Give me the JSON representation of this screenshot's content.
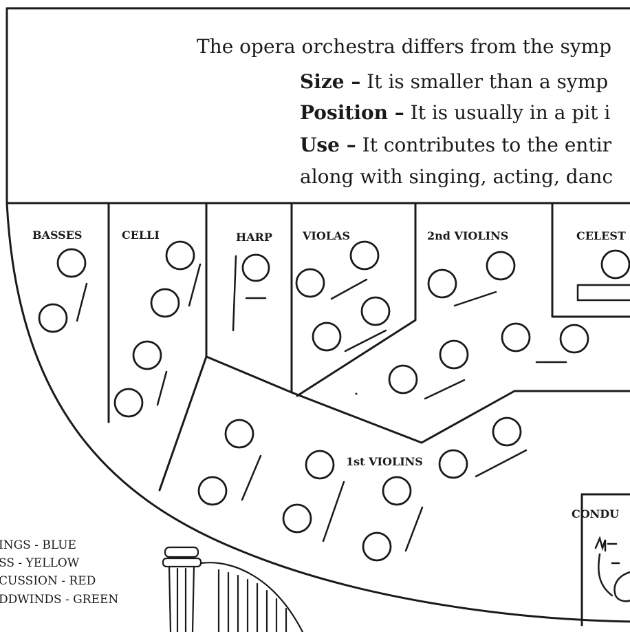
{
  "intro": {
    "line1": "The opera orchestra differs from the symp",
    "items": [
      {
        "term": "Size –",
        "text": " It is smaller than a symp"
      },
      {
        "term": "Position –",
        "text": " It is usually in a pit i"
      },
      {
        "term": "Use –",
        "text": " It contributes to the entir"
      }
    ],
    "line5": "along with singing, acting, danc"
  },
  "sections": {
    "basses": "BASSES",
    "celli": "CELLI",
    "harp": "HARP",
    "violas": "VIOLAS",
    "second_violins": "2nd VIOLINS",
    "celeste": "CELEST",
    "first_violins": "1st VIOLINS",
    "conductor": "CONDU"
  },
  "legend": [
    "INGS - BLUE",
    "SS - YELLOW",
    "CUSSION - RED",
    "DDWINDS - GREEN"
  ]
}
